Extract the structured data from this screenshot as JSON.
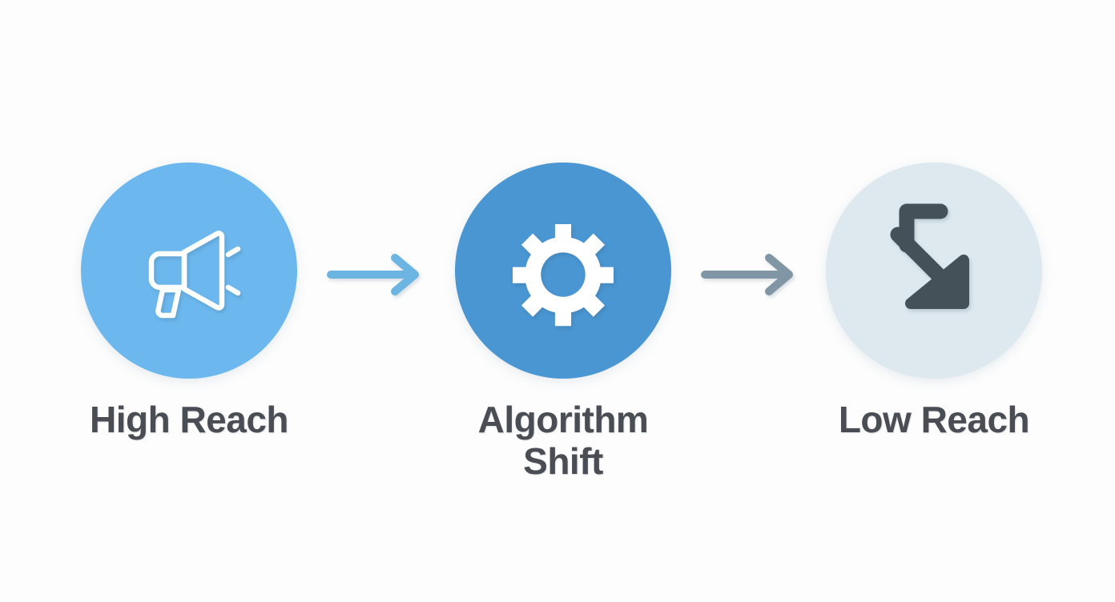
{
  "diagram": {
    "type": "process-flow",
    "background_color": "#fdfdfd",
    "label_color": "#4a4e54",
    "stages": [
      {
        "id": "high-reach",
        "label": "High Reach",
        "icon": "megaphone-icon",
        "circle_color": "#6cb8ee",
        "icon_color": "#ffffff",
        "icon_style": "outline"
      },
      {
        "id": "algorithm-shift",
        "label": "Algorithm\nShift",
        "icon": "gear-icon",
        "circle_color": "#4a96d2",
        "icon_color": "#ffffff",
        "icon_style": "solid"
      },
      {
        "id": "low-reach",
        "label": "Low Reach",
        "icon": "arrow-down-right-decline-icon",
        "circle_color": "#dde9ef",
        "icon_color": "#455158",
        "icon_style": "solid"
      }
    ],
    "connectors": [
      {
        "id": "connector-1",
        "icon": "arrow-right-icon",
        "from": "high-reach",
        "to": "algorithm-shift",
        "color": "#6cb5e3"
      },
      {
        "id": "connector-2",
        "icon": "arrow-right-icon",
        "from": "algorithm-shift",
        "to": "low-reach",
        "color": "#8096a4"
      }
    ]
  }
}
